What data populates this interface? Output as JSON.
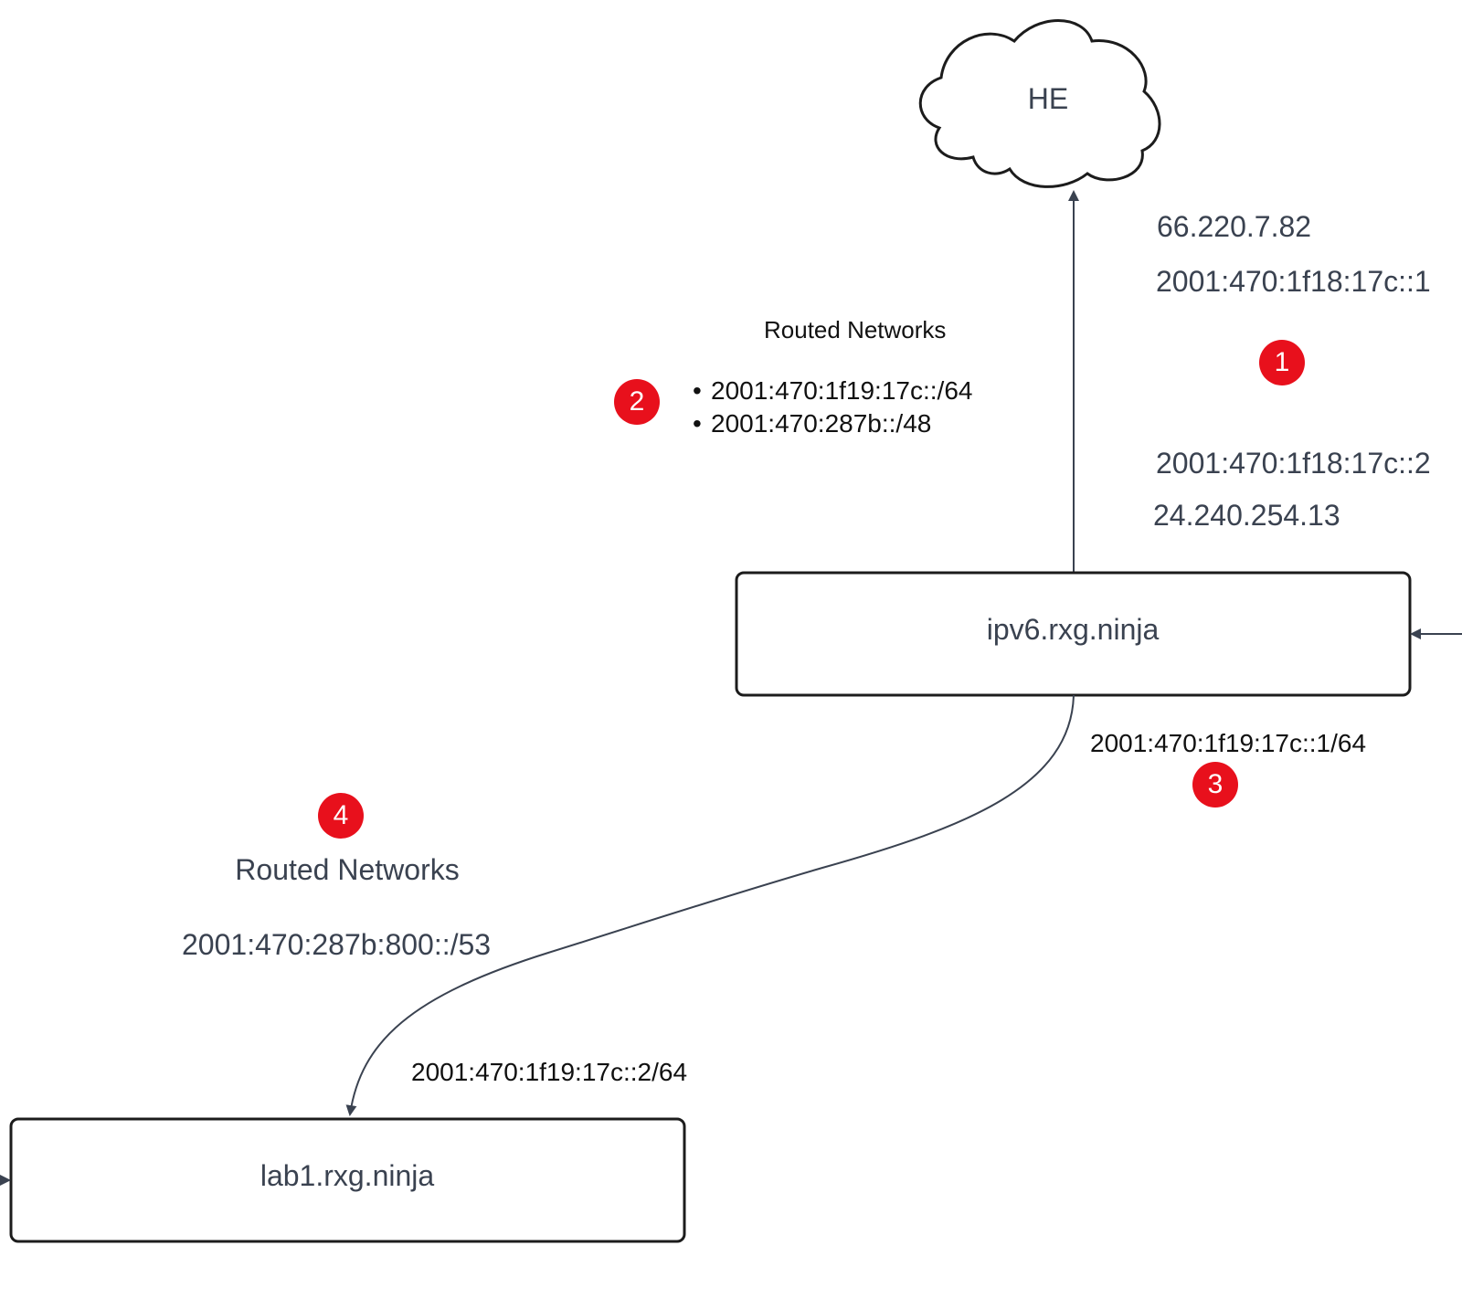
{
  "colors": {
    "line": "#3a4250",
    "badge": "#e8101c",
    "text_gray": "#3a4250",
    "text_black": "#111111"
  },
  "nodes": {
    "cloud": {
      "label": "HE"
    },
    "router": {
      "label": "ipv6.rxg.ninja"
    },
    "lab": {
      "label": "lab1.rxg.ninja"
    }
  },
  "tunnel": {
    "he_ipv4": "66.220.7.82",
    "he_ipv6": "2001:470:1f18:17c::1",
    "client_ipv6": "2001:470:1f18:17c::2",
    "client_ipv4": "24.240.254.13"
  },
  "routed_networks_he": {
    "title": "Routed Networks",
    "items": [
      "2001:470:1f19:17c::/64",
      "2001:470:287b::/48"
    ]
  },
  "link": {
    "router_side": "2001:470:1f19:17c::1/64",
    "lab_side": "2001:470:1f19:17c::2/64"
  },
  "routed_networks_lab": {
    "title": "Routed Networks",
    "prefix": "2001:470:287b:800::/53"
  },
  "badges": [
    "1",
    "2",
    "3",
    "4"
  ]
}
